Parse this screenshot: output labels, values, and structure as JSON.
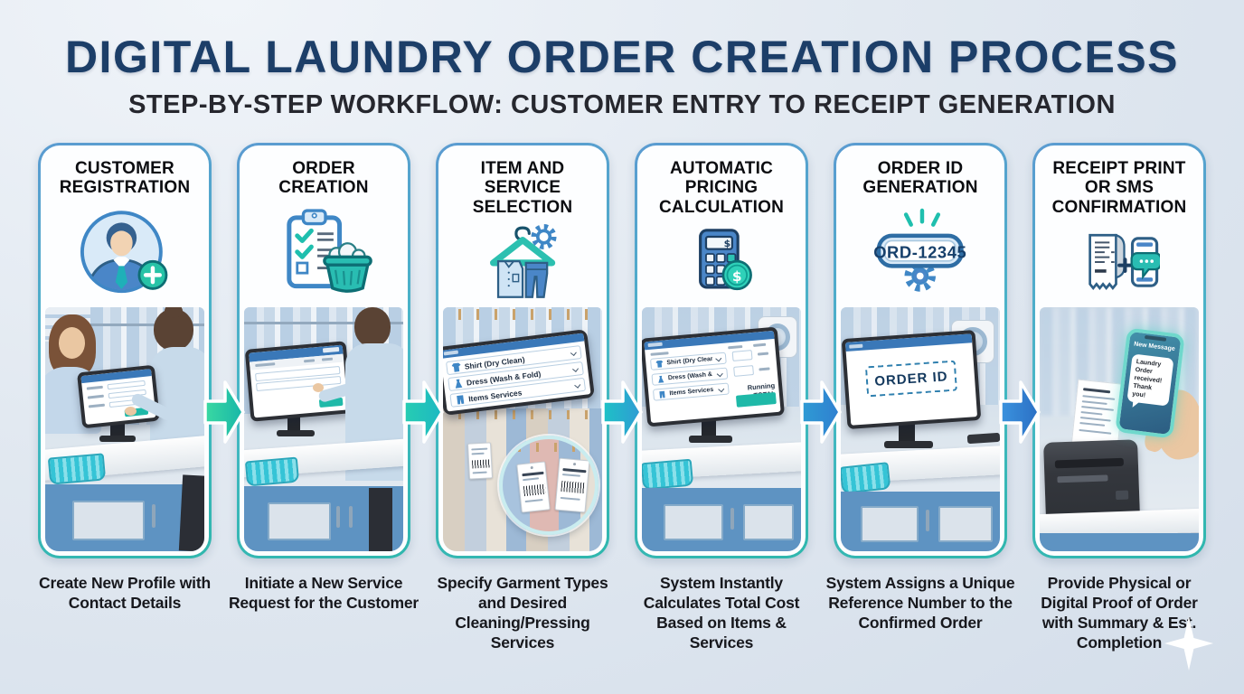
{
  "header": {
    "title": "DIGITAL LAUNDRY ORDER CREATION PROCESS",
    "subtitle": "STEP-BY-STEP WORKFLOW: CUSTOMER ENTRY TO RECEIPT GENERATION"
  },
  "steps": [
    {
      "title": "CUSTOMER REGISTRATION",
      "description": "Create New Profile with Contact Details",
      "icon": "person-add-icon",
      "photo_alt": "Customer and staff at laundry counter registering a profile on a touchscreen"
    },
    {
      "title": "ORDER CREATION",
      "description": "Initiate a New Service Request for the Customer",
      "icon": "clipboard-checklist-basket-icon",
      "photo_alt": "Staff creating a new order on a POS touchscreen"
    },
    {
      "title": "ITEM AND SERVICE SELECTION",
      "description": "Specify Garment Types and Desired Cleaning/Pressing Services",
      "icon": "garments-hanger-gear-icon",
      "photo_alt": "Tablet with garment service dropdowns over a rack of tagged clothes",
      "screen": {
        "items": [
          "Shirt (Dry Clean)",
          "Dress (Wash & Fold)",
          "Items Services"
        ]
      }
    },
    {
      "title": "AUTOMATIC PRICING CALCULATION",
      "description": "System Instantly Calculates Total Cost Based on Items & Services",
      "icon": "calculator-dollar-icon",
      "photo_alt": "POS screen listing garment items with a running total",
      "screen": {
        "items": [
          "Shirt (Dry Clean)",
          "Dress (Wash & Fold)",
          "Items Services"
        ],
        "total_label": "Running TOTAL"
      }
    },
    {
      "title": "ORDER ID GENERATION",
      "description": "System Assigns a Unique Reference Number to the Confirmed Order",
      "icon": "order-id-gear-icon",
      "badge_text": "ORD-12345",
      "photo_alt": "Monitor on counter displaying an ORDER ID placeholder",
      "screen": {
        "text": "ORDER ID"
      }
    },
    {
      "title": "RECEIPT PRINT OR SMS CONFIRMATION",
      "description": "Provide Physical or Digital Proof of Order with Summary & Est. Completion",
      "icon": "receipt-phone-sms-icon",
      "photo_alt": "Receipt printer printing while a hand holds a phone with an SMS confirmation",
      "phone": {
        "header": "New Message",
        "message": "Laundry Order received! Thank you!"
      }
    }
  ],
  "colors": {
    "title_navy": "#1c3e68",
    "card_border_blue": "#4a90c8",
    "card_border_teal": "#2fb7ad",
    "accent_teal": "#1fbfae",
    "accent_blue": "#2f7fd4"
  }
}
